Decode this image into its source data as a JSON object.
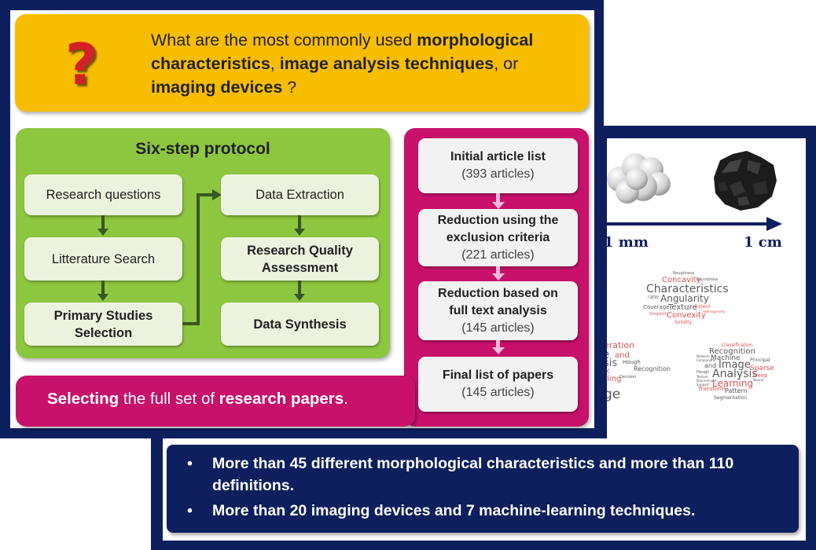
{
  "question": {
    "mark": "?",
    "line1_pre": "What are the most commonly used ",
    "line1_bold": "morphological",
    "line2_bold": "characteristics",
    "line2_mid": ", ",
    "line2_bold2": "image analysis techniques",
    "line2_post": ", or",
    "line3_bold": "imaging devices",
    "line3_post": " ?"
  },
  "protocol": {
    "title": "Six-step protocol",
    "steps": [
      "Research questions",
      "Litterature Search",
      "Primary Studies Selection",
      "Data Extraction",
      "Research Quality Assessment",
      "Data Synthesis"
    ]
  },
  "banner": {
    "bold1": "Selecting",
    "mid": " the full set of ",
    "bold2": "research papers",
    "end": "."
  },
  "pipeline": [
    {
      "title": "Initial article list",
      "count": "(393 articles)"
    },
    {
      "title": "Reduction using the exclusion criteria",
      "count": "(221 articles)"
    },
    {
      "title": "Reduction based on full text analysis",
      "count": "(145 articles)"
    },
    {
      "title": "Final list of papers",
      "count": "(145 articles)"
    }
  ],
  "scale": {
    "left": "1 mm",
    "right": "1 cm"
  },
  "wordclouds": {
    "characteristics": [
      "Roughness",
      "Concavity",
      "Roundness",
      "Characteristics",
      "ratio",
      "Angularity",
      "Coverage",
      "Texture",
      "Extent",
      "Simplicity",
      "Convexity",
      "Heterogeneity",
      "Solidity"
    ],
    "analysis_left": [
      "eration",
      "e",
      "and",
      "sis",
      "Hough",
      "Recognition",
      "k",
      "eling",
      "Decision",
      "ge"
    ],
    "analysis_right": [
      "Classification",
      "Recognition",
      "Network",
      "Machine",
      "Component",
      "and",
      "Image",
      "Principal",
      "Analysis",
      "Sparse",
      "Hough",
      "Texture",
      "Deep",
      "Learning",
      "Neural",
      "Discriminant",
      "Support",
      "Transform",
      "Pattern",
      "Segmentation"
    ]
  },
  "bullets": [
    "More than 45 different morphological characteristics and more than 110 definitions.",
    "More than 20 imaging devices and 7 machine-learning techniques."
  ],
  "bullet_symbol": "•",
  "colors": {
    "navy": "#0d1f5c",
    "question_yellow": "#f9bd00",
    "protocol_green": "#8dc63f",
    "step_fill": "#ebf3df",
    "magenta": "#c8116b",
    "question_mark_red": "#d42027"
  }
}
